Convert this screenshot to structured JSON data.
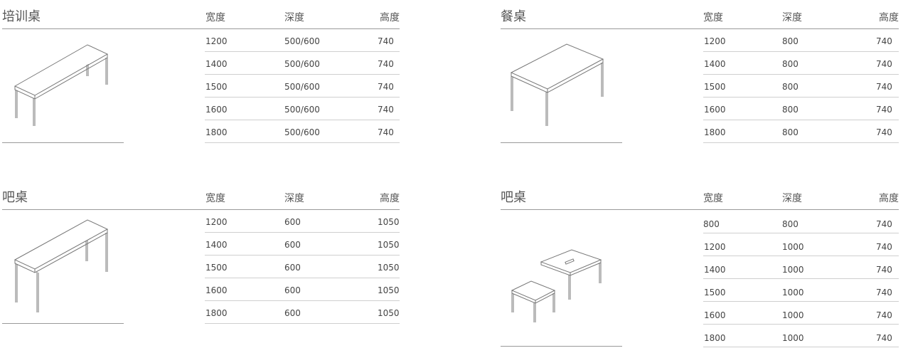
{
  "columns": {
    "width": "宽度",
    "depth": "深度",
    "height": "高度"
  },
  "sections": [
    {
      "title": "培训桌",
      "rows": [
        [
          "1200",
          "500/600",
          "740"
        ],
        [
          "1400",
          "500/600",
          "740"
        ],
        [
          "1500",
          "500/600",
          "740"
        ],
        [
          "1600",
          "500/600",
          "740"
        ],
        [
          "1800",
          "500/600",
          "740"
        ]
      ]
    },
    {
      "title": "餐桌",
      "rows": [
        [
          "1200",
          "800",
          "740"
        ],
        [
          "1400",
          "800",
          "740"
        ],
        [
          "1500",
          "800",
          "740"
        ],
        [
          "1600",
          "800",
          "740"
        ],
        [
          "1800",
          "800",
          "740"
        ]
      ]
    },
    {
      "title": "吧桌",
      "rows": [
        [
          "1200",
          "600",
          "1050"
        ],
        [
          "1400",
          "600",
          "1050"
        ],
        [
          "1500",
          "600",
          "1050"
        ],
        [
          "1600",
          "600",
          "1050"
        ],
        [
          "1800",
          "600",
          "1050"
        ]
      ]
    },
    {
      "title": "吧桌",
      "rows": [
        [
          "800",
          "800",
          "740"
        ],
        [
          "1200",
          "1000",
          "740"
        ],
        [
          "1400",
          "1000",
          "740"
        ],
        [
          "1500",
          "1000",
          "740"
        ],
        [
          "1600",
          "1000",
          "740"
        ],
        [
          "1800",
          "1000",
          "740"
        ]
      ]
    }
  ]
}
